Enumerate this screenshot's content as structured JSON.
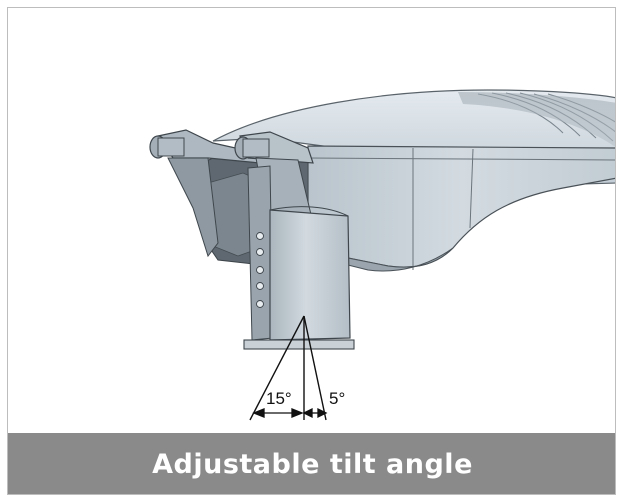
{
  "caption": "Adjustable tilt angle",
  "angles": {
    "left": "15°",
    "right": "5°"
  },
  "colors": {
    "caption_background": "#8a8a8a",
    "caption_text": "#ffffff",
    "fixture_body": "#c9d3db",
    "fixture_outline": "#4a5258"
  },
  "icons": {
    "product": "street-light-fixture-icon"
  }
}
